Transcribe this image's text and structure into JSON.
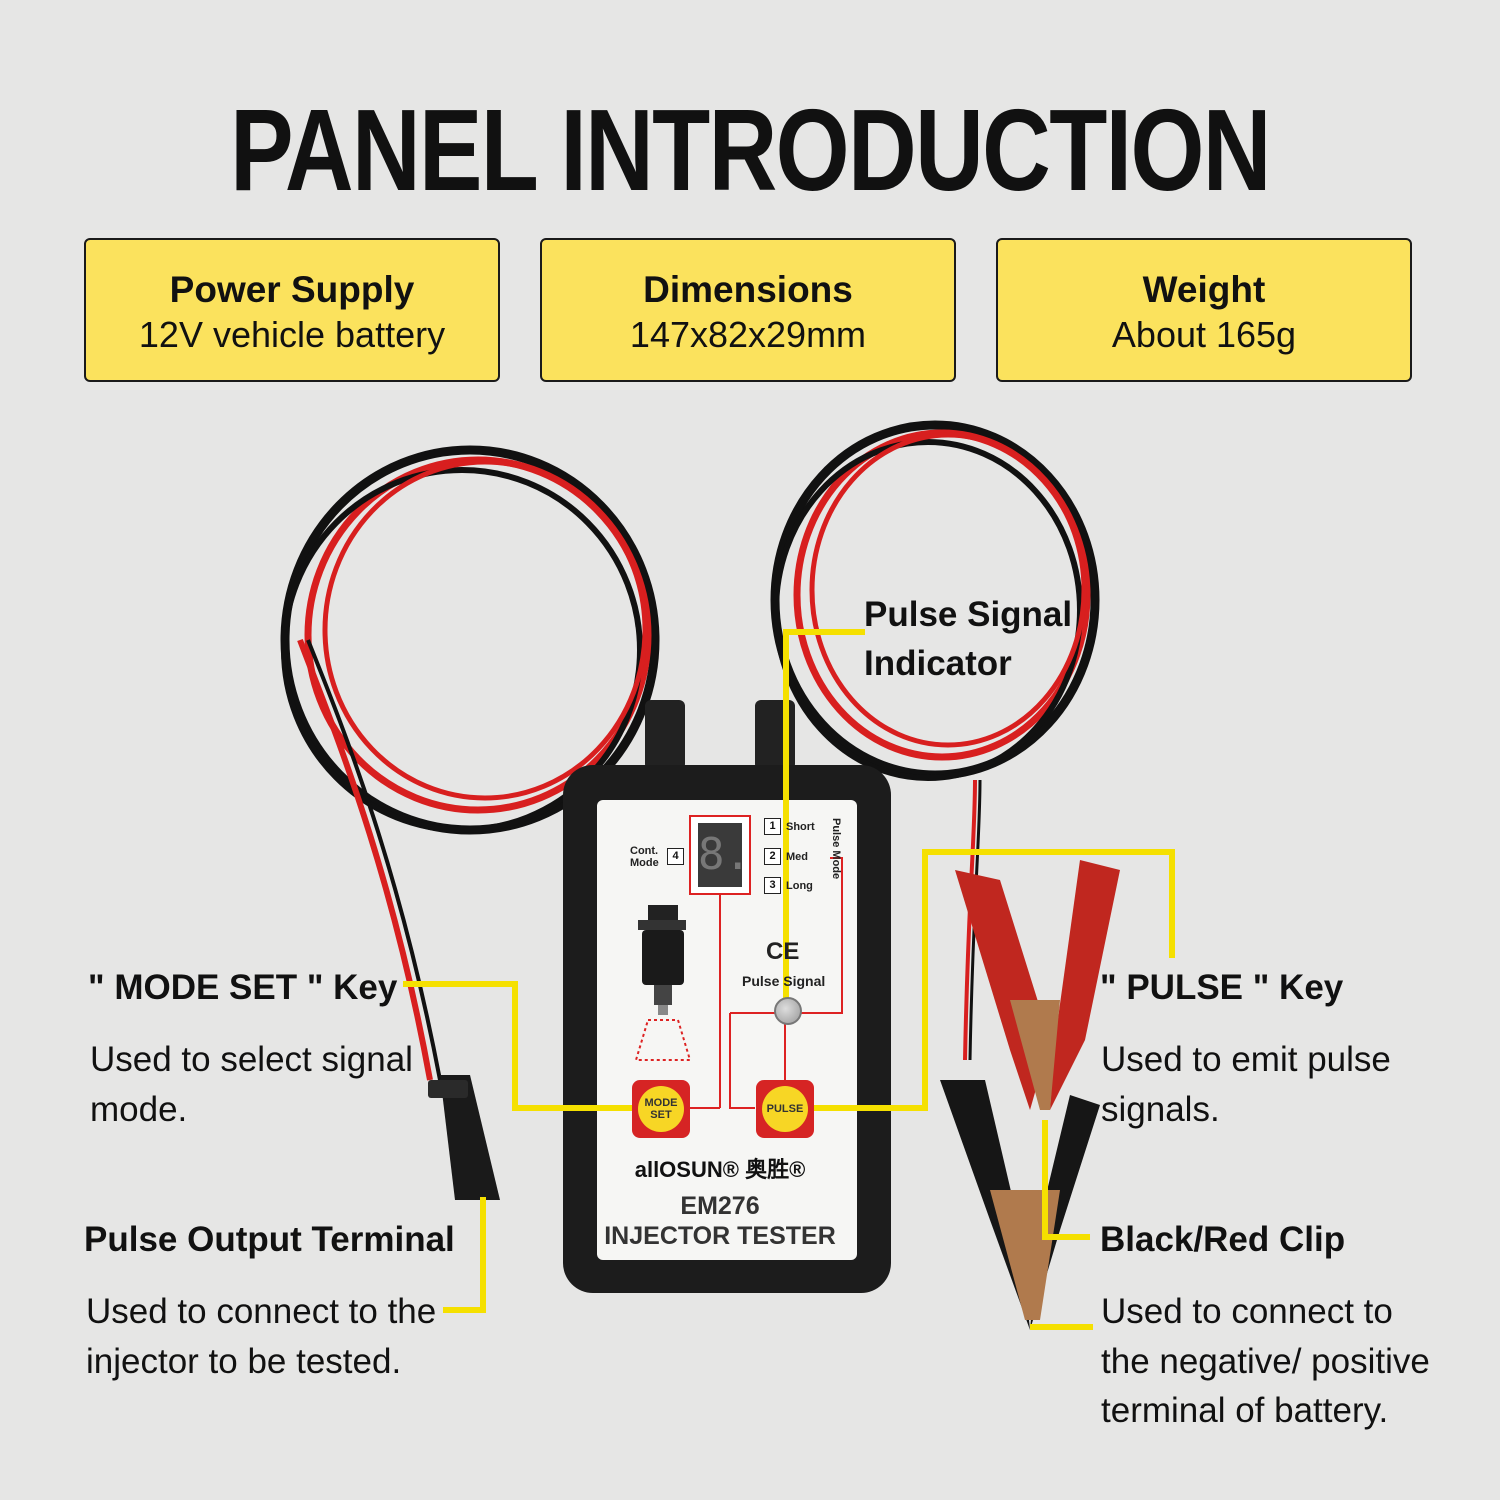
{
  "header": {
    "title": "PANEL INTRODUCTION"
  },
  "specs": [
    {
      "label": "Power Supply",
      "value": "12V vehicle battery"
    },
    {
      "label": "Dimensions",
      "value": "147x82x29mm"
    },
    {
      "label": "Weight",
      "value": "About 165g"
    }
  ],
  "callouts": {
    "mode_set": {
      "title": "\" MODE SET \" Key",
      "desc_line1": "Used to select signal",
      "desc_line2": "mode."
    },
    "pulse_output": {
      "title": "Pulse Output Terminal",
      "desc_line1": "Used to connect to the",
      "desc_line2": "injector to be tested."
    },
    "pulse_indicator": {
      "title_line1": "Pulse Signal",
      "title_line2": "Indicator"
    },
    "pulse_key": {
      "title": "\" PULSE \" Key",
      "desc_line1": "Used to emit pulse",
      "desc_line2": "signals."
    },
    "clip": {
      "title": "Black/Red Clip",
      "desc_line1": "Used to connect to",
      "desc_line2": "the negative/ positive",
      "desc_line3": "terminal of battery."
    }
  },
  "device": {
    "display_digit": "8.",
    "cont_mode_label_1": "Cont.",
    "cont_mode_label_2": "Mode",
    "cont_mode_num": "4",
    "pulse_modes": [
      {
        "num": "1",
        "label": "Short"
      },
      {
        "num": "2",
        "label": "Med"
      },
      {
        "num": "3",
        "label": "Long"
      }
    ],
    "pulse_mode_label": "Pulse Mode",
    "ce_mark": "CE",
    "pulse_signal_label": "Pulse Signal",
    "mode_set_btn_1": "MODE",
    "mode_set_btn_2": "SET",
    "pulse_btn": "PULSE",
    "brand": "allOSUN® 奥胜®",
    "model": "EM276",
    "product": "INJECTOR TESTER"
  },
  "colors": {
    "background": "#e6e6e5",
    "spec_box": "#fbe25d",
    "leader_line": "#f5e000",
    "cable_red": "#d81f1f",
    "cable_black": "#111111"
  }
}
